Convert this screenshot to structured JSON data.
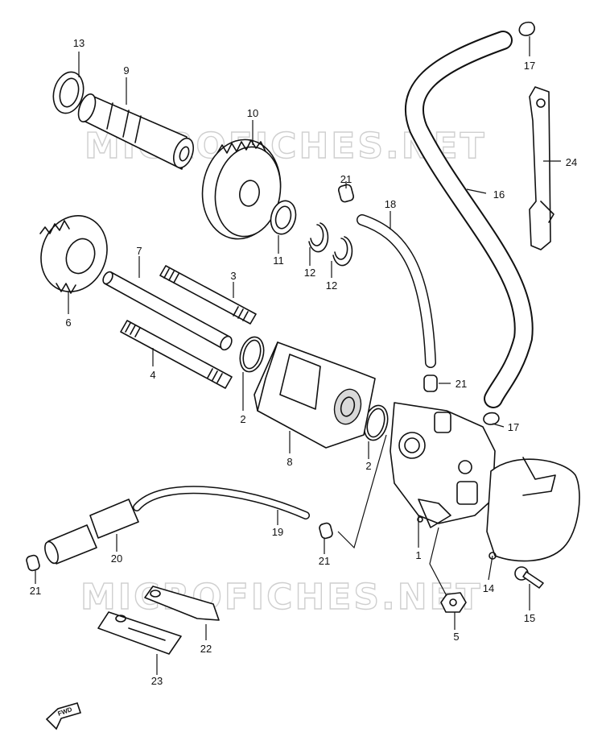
{
  "watermark": {
    "text": "MICROFICHES.NET"
  },
  "fwd_badge": {
    "text": "FWD"
  },
  "callouts": [
    {
      "id": "c13a",
      "label": "13"
    },
    {
      "id": "c9",
      "label": "9"
    },
    {
      "id": "c10",
      "label": "10"
    },
    {
      "id": "c17a",
      "label": "17"
    },
    {
      "id": "c24",
      "label": "24"
    },
    {
      "id": "c16",
      "label": "16"
    },
    {
      "id": "c21a",
      "label": "21"
    },
    {
      "id": "c18",
      "label": "18"
    },
    {
      "id": "c11",
      "label": "11"
    },
    {
      "id": "c12a",
      "label": "12"
    },
    {
      "id": "c12b",
      "label": "12"
    },
    {
      "id": "c7",
      "label": "7"
    },
    {
      "id": "c3",
      "label": "3"
    },
    {
      "id": "c6",
      "label": "6"
    },
    {
      "id": "c4",
      "label": "4"
    },
    {
      "id": "c2a",
      "label": "2"
    },
    {
      "id": "c8",
      "label": "8"
    },
    {
      "id": "c21b",
      "label": "21"
    },
    {
      "id": "c17b",
      "label": "17"
    },
    {
      "id": "c2b",
      "label": "2"
    },
    {
      "id": "c19",
      "label": "19"
    },
    {
      "id": "c20",
      "label": "20"
    },
    {
      "id": "c21c",
      "label": "21"
    },
    {
      "id": "c1",
      "label": "1"
    },
    {
      "id": "c14",
      "label": "14"
    },
    {
      "id": "c21d",
      "label": "21"
    },
    {
      "id": "c15",
      "label": "15"
    },
    {
      "id": "c5",
      "label": "5"
    },
    {
      "id": "c22",
      "label": "22"
    },
    {
      "id": "c23",
      "label": "23"
    }
  ]
}
